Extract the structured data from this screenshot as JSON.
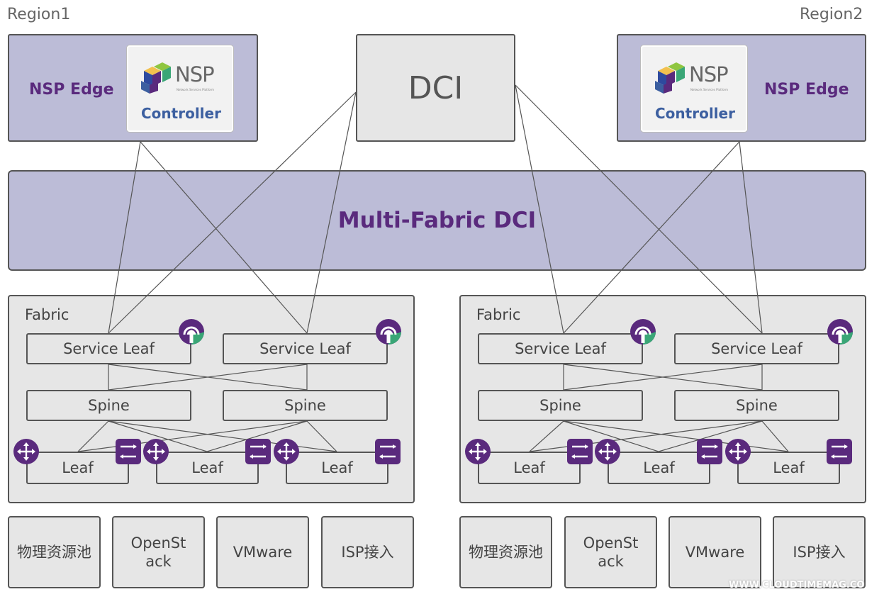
{
  "regions": {
    "left": "Region1",
    "right": "Region2"
  },
  "nsp_edge": {
    "label": "NSP Edge",
    "logo_text": "NSP",
    "logo_subtext": "Network Services Platform",
    "controller_label": "Controller"
  },
  "dci": {
    "label": "DCI"
  },
  "multi_fabric": {
    "label": "Multi-Fabric DCI"
  },
  "fabric": {
    "label": "Fabric",
    "service_leaf_label": "Service Leaf",
    "spine_label": "Spine",
    "leaf_label": "Leaf"
  },
  "resources": {
    "left": [
      "物理资源池",
      "OpenSt\nack",
      "VMware",
      "ISP接入"
    ],
    "right": [
      "物理资源池",
      "OpenSt\nack",
      "VMware",
      "ISP接入"
    ]
  },
  "icons": {
    "router": "router-icon",
    "switch": "switch-icon",
    "gateway": "gateway-icon",
    "nsp_cube": "nsp-cube-icon"
  },
  "colors": {
    "purple": "#5a2a7d",
    "lavender": "#bcbcd7",
    "controller_blue": "#3c5fa0",
    "green": "#3aa676"
  },
  "watermark": "WWW.CLOUDTIMEMAG.CO"
}
